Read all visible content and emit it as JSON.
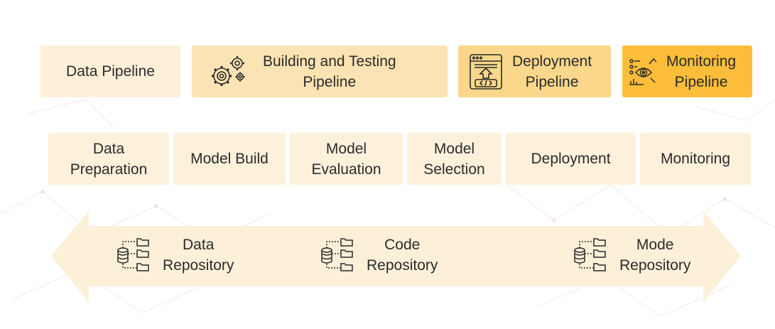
{
  "pipelines": [
    {
      "label": "Data Pipeline",
      "icon": "none"
    },
    {
      "label": "Building and Testing\nPipeline",
      "icon": "gears-icon"
    },
    {
      "label": "Deployment\nPipeline",
      "icon": "deploy-code-icon"
    },
    {
      "label": "Monitoring\nPipeline",
      "icon": "monitoring-eye-icon"
    }
  ],
  "stages": [
    {
      "label": "Data\nPreparation"
    },
    {
      "label": "Model Build"
    },
    {
      "label": "Model\nEvaluation"
    },
    {
      "label": "Model\nSelection"
    },
    {
      "label": "Deployment"
    },
    {
      "label": "Monitoring"
    }
  ],
  "repositories": [
    {
      "label": "Data\nRepository",
      "icon": "database-folders-icon"
    },
    {
      "label": "Code\nRepository",
      "icon": "database-folders-icon"
    },
    {
      "label": "Mode\nRepository",
      "icon": "database-folders-icon"
    }
  ],
  "colors": {
    "pipeline_1": "#fdf0d9",
    "pipeline_2": "#fbe3b3",
    "pipeline_3": "#fbd78b",
    "pipeline_4": "#fbbd3a",
    "stage": "#fdf1dc",
    "arrow": "#fdf0d9",
    "icon": "#2b2b2b"
  }
}
